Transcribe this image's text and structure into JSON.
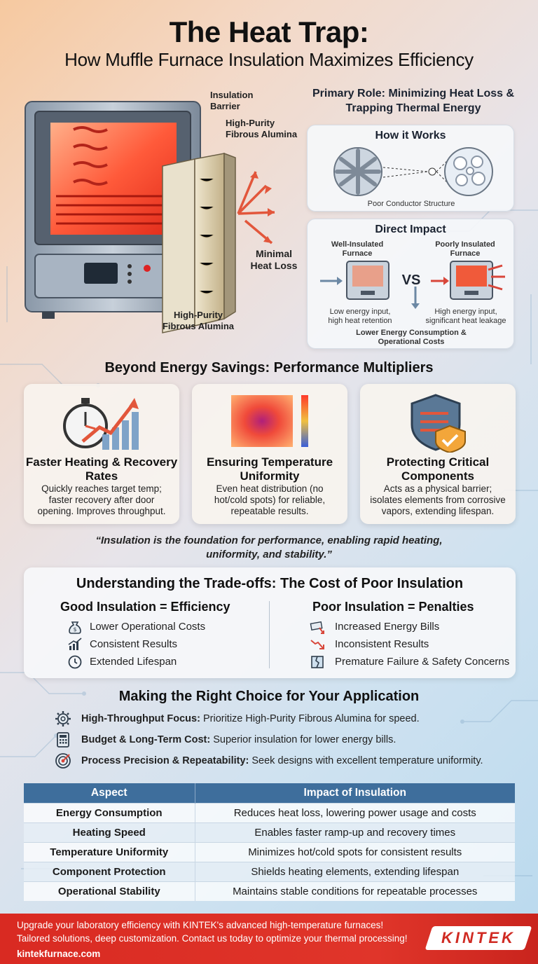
{
  "header": {
    "title": "The Heat Trap:",
    "subtitle": "How Muffle Furnace Insulation Maximizes Efficiency"
  },
  "illustration": {
    "label_barrier": "Insulation Barrier",
    "label_alumina_top": "High-Purity Fibrous Alumina",
    "label_minimal_loss": "Minimal Heat Loss",
    "label_alumina_bottom": "High-Purity Fibrous Alumina"
  },
  "primary_role": {
    "title": "Primary Role: Minimizing Heat Loss & Trapping Thermal Energy"
  },
  "how_it_works": {
    "title": "How it Works",
    "caption": "Poor Conductor Structure"
  },
  "direct_impact": {
    "title": "Direct Impact",
    "left_label": "Well-Insulated Furnace",
    "right_label": "Poorly Insulated Furnace",
    "vs": "VS",
    "left_caption": "Low energy input, high heat retention",
    "right_caption": "High energy input, significant heat leakage",
    "bottom_caption": "Lower Energy Consumption & Operational Costs"
  },
  "multipliers": {
    "title": "Beyond Energy Savings: Performance Multipliers",
    "cards": [
      {
        "title": "Faster Heating & Recovery Rates",
        "text": "Quickly reaches target temp; faster recovery after door opening. Improves throughput.",
        "icon": "stopwatch-growth-icon"
      },
      {
        "title": "Ensuring Temperature Uniformity",
        "text": "Even heat distribution (no hot/cold spots) for reliable, repeatable results.",
        "icon": "heatmap-icon"
      },
      {
        "title": "Protecting Critical Components",
        "text": "Acts as a physical barrier; isolates elements from corrosive vapors, extending lifespan.",
        "icon": "shield-icon"
      }
    ]
  },
  "quote": "“Insulation is the foundation for performance, enabling rapid heating, uniformity, and stability.”",
  "tradeoffs": {
    "title": "Understanding the Trade-offs: The Cost of Poor Insulation",
    "good_title": "Good Insulation = Efficiency",
    "good_items": [
      "Lower Operational Costs",
      "Consistent Results",
      "Extended Lifespan"
    ],
    "poor_title": "Poor Insulation = Penalties",
    "poor_items": [
      "Increased Energy Bills",
      "Inconsistent Results",
      "Premature Failure & Safety Concerns"
    ]
  },
  "choice": {
    "title": "Making the Right Choice for Your Application",
    "items": [
      {
        "bold": "High-Throughput Focus:",
        "text": " Prioritize High-Purity Fibrous Alumina for speed.",
        "icon": "gear-icon"
      },
      {
        "bold": "Budget & Long-Term Cost:",
        "text": " Superior insulation for lower energy bills.",
        "icon": "calculator-icon"
      },
      {
        "bold": "Process Precision & Repeatability:",
        "text": " Seek designs with excellent temperature uniformity.",
        "icon": "target-icon"
      }
    ]
  },
  "table": {
    "headers": [
      "Aspect",
      "Impact of Insulation"
    ],
    "rows": [
      [
        "Energy Consumption",
        "Reduces heat loss, lowering power usage and costs"
      ],
      [
        "Heating Speed",
        "Enables faster ramp-up and recovery times"
      ],
      [
        "Temperature Uniformity",
        "Minimizes hot/cold spots for consistent results"
      ],
      [
        "Component Protection",
        "Shields heating elements, extending lifespan"
      ],
      [
        "Operational Stability",
        "Maintains stable conditions for repeatable processes"
      ]
    ]
  },
  "footer": {
    "line1": "Upgrade your laboratory efficiency with KINTEK's advanced high-temperature furnaces!",
    "line2": "Tailored solutions, deep customization. Contact us today to optimize your thermal processing!",
    "url": "kintekfurnace.com",
    "logo": "KINTEK"
  },
  "colors": {
    "accent_red": "#d92a22",
    "table_header": "#3e6e9c"
  }
}
